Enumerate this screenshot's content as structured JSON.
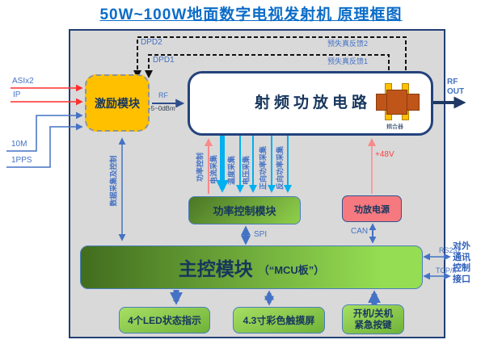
{
  "title": "50W~100W地面数字电视发射机  原理框图",
  "inputs": {
    "asix2": "ASIx2",
    "ip": "IP",
    "clk10m": "10M",
    "pps": "1PPS"
  },
  "exciter_label": "激励模块",
  "dpd": {
    "dpd2": "DPD2",
    "dpd1": "DPD1",
    "feedback2": "预失真反馈2",
    "feedback1": "预失真反馈1"
  },
  "rf_drive": {
    "label": "RF",
    "level": "-5~0dBm"
  },
  "pa": {
    "title": "射频功放电路",
    "coupler": "耦合器"
  },
  "rf_out": {
    "line1": "RF",
    "line2": "OUT"
  },
  "data_bus_label": "数据采集及控制",
  "samples": {
    "power_ctrl": "功率控制",
    "current": "电流采集",
    "temperature": "温度采集",
    "voltage": "电压采集",
    "forward_power": "正向功率采集",
    "reverse_power": "反向功率采集"
  },
  "power_ctrl_module": "功率控制模块",
  "spi": "SPI",
  "psu": {
    "label": "功放电源",
    "rail": "+48V",
    "can": "CAN"
  },
  "mcu": {
    "title": "主控模块",
    "subtitle": "（“MCU板”）"
  },
  "peripherals": {
    "led": "4个LED状态指示",
    "touchscreen": "4.3寸彩色触摸屏",
    "power_key_line1": "开机/关机",
    "power_key_line2": "紧急按键"
  },
  "external": {
    "rs232": "RS232",
    "tcpip": "TCP/IP",
    "interface": "对外通讯控制接口"
  },
  "colors": {
    "title_blue": "#0B6CC8",
    "frame_fill": "#D9D9D9",
    "navy_text": "#17365D",
    "exciter_orange": "#FFC000",
    "coupler_brown": "#C0551A",
    "stub_yellow": "#FFC000",
    "green_dark": "#4A7626",
    "green_light": "#95DD52",
    "psu_pink": "#F5797F",
    "cyan_arrow": "#00B0F0",
    "blue_arrow": "#4472C4",
    "red_line": "#FF2F2F",
    "salmon_arrow": "#F98A8A",
    "dashed_black": "#111111"
  }
}
